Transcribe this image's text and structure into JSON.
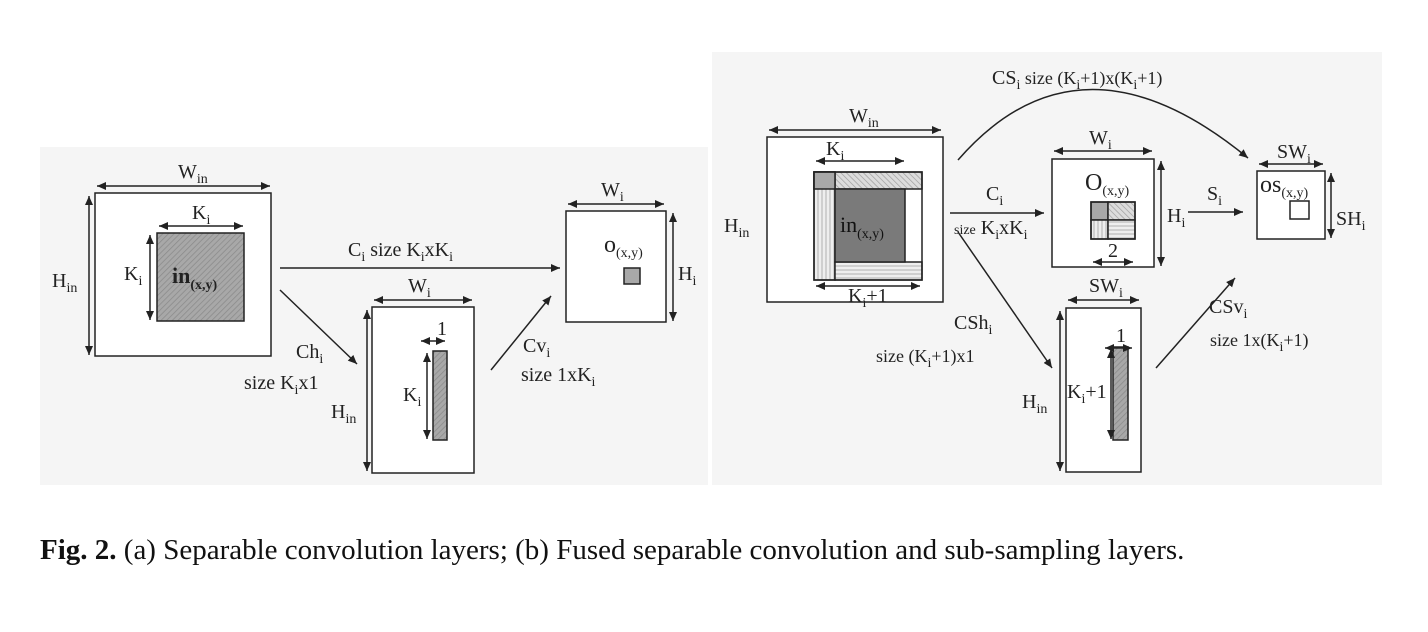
{
  "diagram_a": {
    "input": {
      "w": "W",
      "w_sub": "in",
      "h": "H",
      "h_sub": "in",
      "k": "K",
      "k_sub": "i",
      "kside": "K",
      "kside_sub": "i",
      "in": "in",
      "in_sub": "(x,y)"
    },
    "conv_arrow": {
      "c": "C",
      "c_sub": "i",
      "size": " size K",
      "size_sub": "i",
      "x": "xK",
      "x_sub": "i"
    },
    "h_arrow": {
      "ch": "Ch",
      "ch_sub": "i",
      "size": "size K",
      "size_sub": "i",
      "x1": "x1"
    },
    "mid": {
      "w": "W",
      "w_sub": "i",
      "h": "H",
      "h_sub": "in",
      "one": "1",
      "k": "K",
      "k_sub": "i"
    },
    "v_arrow": {
      "cv": "Cv",
      "cv_sub": "i",
      "size": "size 1xK",
      "size_sub": "i"
    },
    "output": {
      "w": "W",
      "w_sub": "i",
      "h": "H",
      "h_sub": "i",
      "o": "o",
      "o_sub": "(x,y)"
    }
  },
  "diagram_b": {
    "arc": {
      "cs": "CS",
      "cs_sub": "i",
      "s1": "  size (K",
      "s1_sub": "i",
      "s2": "+1)x(K",
      "s2_sub": "i",
      "s3": "+1)"
    },
    "input": {
      "w": "W",
      "w_sub": "in",
      "h": "H",
      "h_sub": "in",
      "k": "K",
      "k_sub": "i",
      "in": "in",
      "in_sub": "(x,y)",
      "k1": "K",
      "k1_sub": "i",
      "k1_tail": "+1"
    },
    "conv_arrow": {
      "c": "C",
      "c_sub": "i",
      "size": "size",
      "k": " K",
      "k_sub": "i",
      "x": "xK",
      "x_sub": "i"
    },
    "conv_out": {
      "w": "W",
      "w_sub": "i",
      "h": "H",
      "h_sub": "i",
      "o": "O",
      "o_sub": "(x,y)",
      "two": "2"
    },
    "s_arrow": {
      "s": "S",
      "s_sub": "i"
    },
    "sub_out": {
      "sw": "SW",
      "sw_sub": "i",
      "sh": "SH",
      "sh_sub": "i",
      "os": "os",
      "os_sub": "(x,y)"
    },
    "h_arrow": {
      "csh": "CSh",
      "csh_sub": "i",
      "s1": "size (K",
      "s1_sub": "i",
      "s2": "+1)x1"
    },
    "mid": {
      "sw": "SW",
      "sw_sub": "i",
      "h": "H",
      "h_sub": "in",
      "one": "1",
      "k": "K",
      "k_sub": "i",
      "k_tail": "+1"
    },
    "v_arrow": {
      "csv": "CSv",
      "csv_sub": "i",
      "s1": "size 1x(K",
      "s1_sub": "i",
      "s2": "+1)"
    }
  },
  "caption": {
    "label": "Fig. 2.",
    "text": " (a) Separable convolution layers; (b) Fused separable convolution and sub-sampling layers."
  }
}
